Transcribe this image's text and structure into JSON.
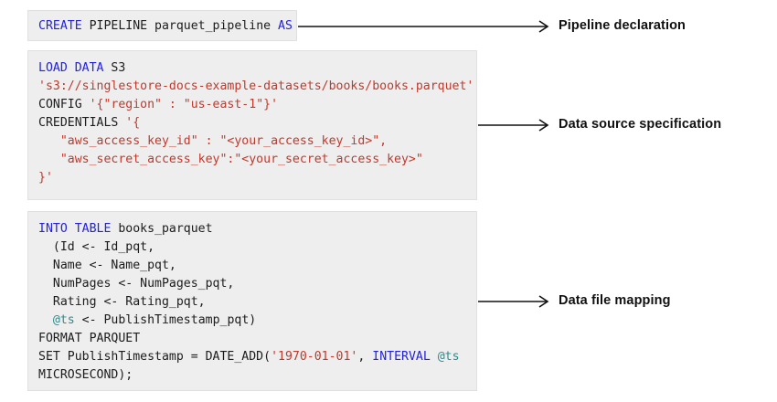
{
  "diagram": {
    "title": "SingleStore CREATE PIPELINE parquet example",
    "colors": {
      "background": "#ffffff",
      "code_block_bg": "#eeeeee",
      "code_block_border": "#e0e0e0",
      "keyword_blue": "#2222dd",
      "string_red": "#c0392b",
      "variable_teal": "#2e8b8b",
      "text_black": "#1c1c1c",
      "arrow_black": "#111111"
    }
  },
  "blocks": [
    {
      "id": "pipeline-declaration",
      "lines": [
        [
          {
            "t": "CREATE",
            "c": "kw"
          },
          {
            "t": " PIPELINE parquet_pipeline ",
            "c": "plain"
          },
          {
            "t": "AS",
            "c": "kw"
          }
        ]
      ]
    },
    {
      "id": "data-source-specification",
      "lines": [
        [
          {
            "t": "LOAD DATA",
            "c": "kw"
          },
          {
            "t": " S3",
            "c": "plain"
          }
        ],
        [
          {
            "t": "'s3://singlestore-docs-example-datasets/books/books.parquet'",
            "c": "str"
          }
        ],
        [
          {
            "t": "CONFIG ",
            "c": "plain"
          },
          {
            "t": "'{\"region\" : \"us-east-1\"}'",
            "c": "str"
          }
        ],
        [
          {
            "t": "CREDENTIALS ",
            "c": "plain"
          },
          {
            "t": "'{",
            "c": "str"
          }
        ],
        [
          {
            "t": "   \"aws_access_key_id\" : \"<your_access_key_id>\",",
            "c": "str"
          }
        ],
        [
          {
            "t": "   \"aws_secret_access_key\":\"<your_secret_access_key>\"",
            "c": "str"
          }
        ],
        [
          {
            "t": "}'",
            "c": "str"
          }
        ]
      ]
    },
    {
      "id": "data-file-mapping",
      "lines": [
        [
          {
            "t": "INTO TABLE",
            "c": "kw"
          },
          {
            "t": " books_parquet",
            "c": "plain"
          }
        ],
        [
          {
            "t": "  (Id <- Id_pqt,",
            "c": "plain"
          }
        ],
        [
          {
            "t": "  Name <- Name_pqt,",
            "c": "plain"
          }
        ],
        [
          {
            "t": "  NumPages <- NumPages_pqt,",
            "c": "plain"
          }
        ],
        [
          {
            "t": "  Rating <- Rating_pqt,",
            "c": "plain"
          }
        ],
        [
          {
            "t": "  ",
            "c": "plain"
          },
          {
            "t": "@ts",
            "c": "var"
          },
          {
            "t": " <- PublishTimestamp_pqt)",
            "c": "plain"
          }
        ],
        [
          {
            "t": "FORMAT PARQUET",
            "c": "plain"
          }
        ],
        [
          {
            "t": "SET PublishTimestamp = DATE_ADD(",
            "c": "plain"
          },
          {
            "t": "'1970-01-01'",
            "c": "str"
          },
          {
            "t": ", ",
            "c": "plain"
          },
          {
            "t": "INTERVAL",
            "c": "kw"
          },
          {
            "t": " ",
            "c": "plain"
          },
          {
            "t": "@ts",
            "c": "var"
          }
        ],
        [
          {
            "t": "MICROSECOND);",
            "c": "plain"
          }
        ]
      ]
    }
  ],
  "annotations": [
    {
      "id": "pipeline-declaration",
      "label": "Pipeline declaration"
    },
    {
      "id": "data-source-specification",
      "label": "Data source specification"
    },
    {
      "id": "data-file-mapping",
      "label": "Data file mapping"
    }
  ]
}
